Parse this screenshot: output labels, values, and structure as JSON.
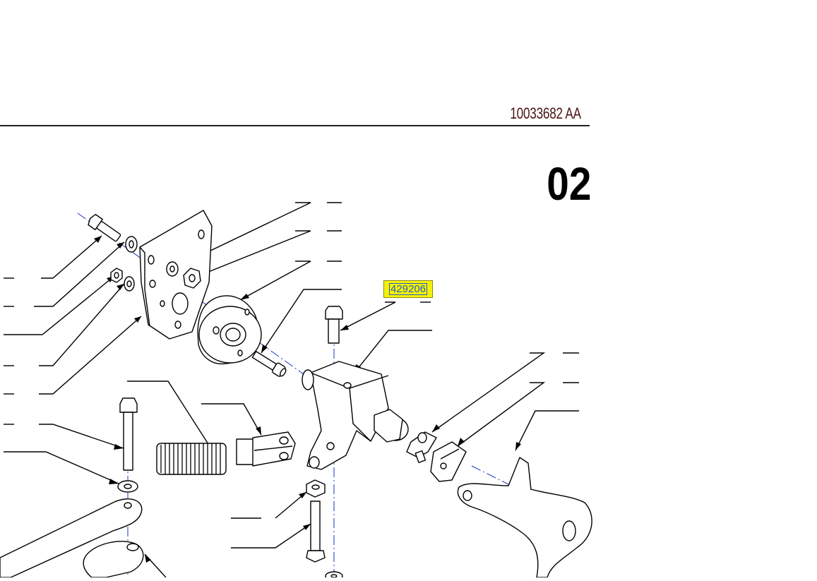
{
  "header": {
    "document_number": "10033682 AA",
    "page_number": "02"
  },
  "hotspots": [
    {
      "part_number": "429206"
    }
  ],
  "colors": {
    "hotspot_fill": "#f7f200",
    "hotspot_text": "#1f5fd0",
    "center_line": "#1a33c8",
    "doc_number_text": "#4a1410"
  },
  "parts": [
    "bolt-icon",
    "washer-icon",
    "nut-icon",
    "mounting-plate-icon",
    "bearing-flange-icon",
    "socket-screw-icon",
    "pivot-block-icon",
    "spring-icon",
    "clevis-icon",
    "spring-clip-icon",
    "pedal-lever-icon",
    "arm-link-icon"
  ]
}
